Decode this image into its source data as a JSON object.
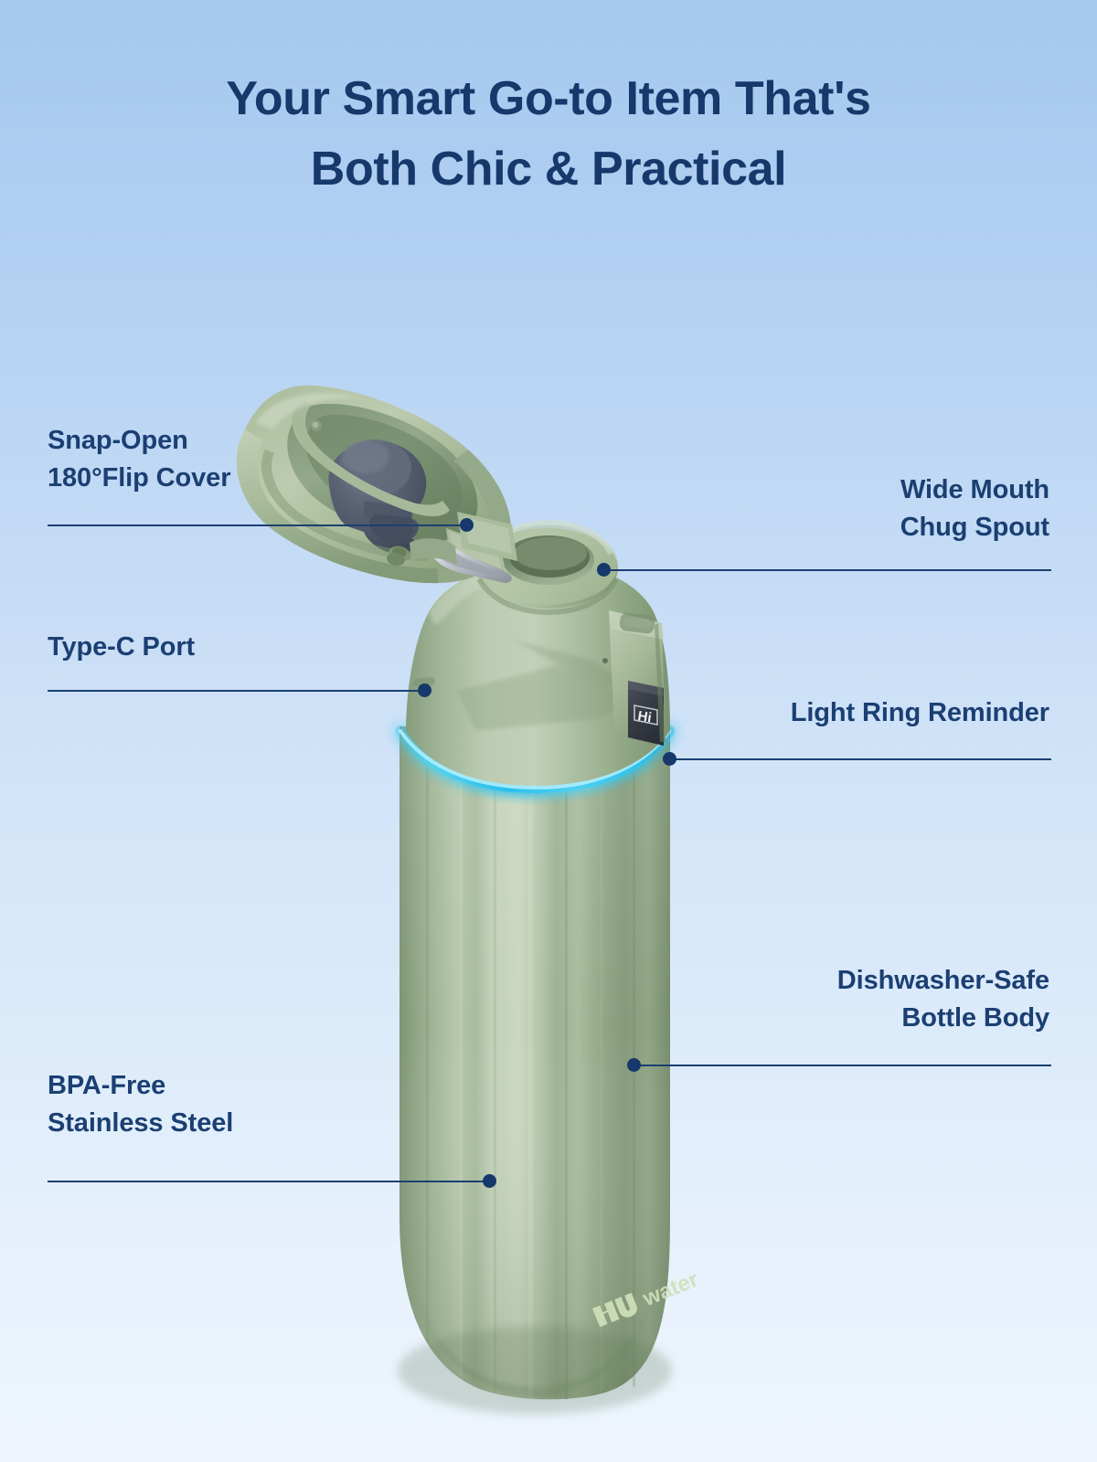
{
  "headline": {
    "line1": "Your Smart Go-to Item That's",
    "line2": "Both Chic & Practical"
  },
  "product": {
    "display_text": "Hi",
    "brand_logo_text": "water",
    "body_color": "#9db28f",
    "accent_light_ring_color": "#2ec8f0",
    "text_color": "#1b3f72",
    "background_top": "#a5c8ef",
    "background_bottom": "#eef5fd"
  },
  "callouts": {
    "snap_open": {
      "line1": "Snap-Open",
      "line2": "180°Flip Cover"
    },
    "type_c_port": {
      "line1": "Type-C Port"
    },
    "bpa_free": {
      "line1": "BPA-Free",
      "line2": "Stainless Steel"
    },
    "wide_mouth": {
      "line1": "Wide Mouth",
      "line2": "Chug Spout"
    },
    "light_ring": {
      "line1": "Light Ring Reminder"
    },
    "dishwasher_safe": {
      "line1": "Dishwasher-Safe",
      "line2": "Bottle Body"
    }
  }
}
